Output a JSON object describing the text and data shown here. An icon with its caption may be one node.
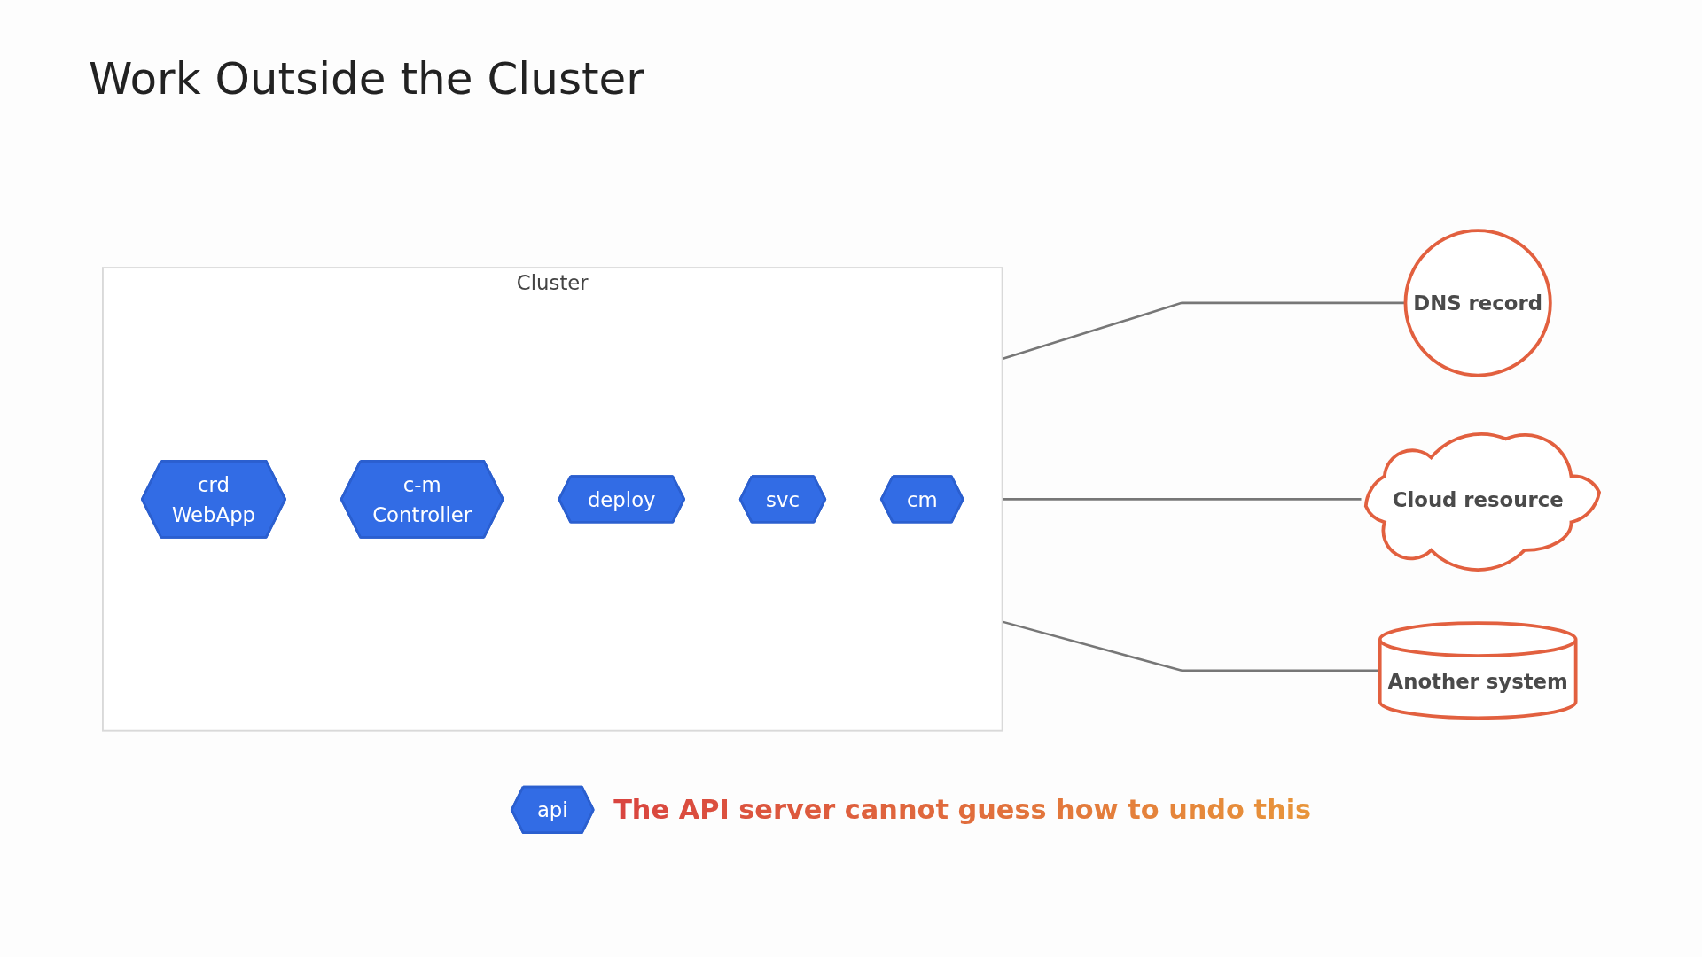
{
  "diagram": {
    "title": "Work Outside the Cluster",
    "nodes": [
      {
        "text": [
          "Cluster"
        ]
      },
      {
        "text": [
          "crd",
          "WebApp"
        ],
        "in": 0
      },
      {
        "text": [
          "c-m",
          "Controller"
        ],
        "in": 0
      },
      {
        "text": [
          "deploy"
        ],
        "in": 0
      },
      {
        "text": [
          "svc"
        ],
        "in": 0
      },
      {
        "text": [
          "cm"
        ],
        "in": 0
      },
      {
        "text": [
          "DNS record"
        ]
      },
      {
        "text": [
          "Cloud resource"
        ]
      },
      {
        "text": [
          "Another system"
        ]
      },
      {
        "text": [
          "api"
        ],
        "beside": [
          "The API server cannot guess how to undo this"
        ]
      }
    ],
    "edges": [
      {
        "from": 0,
        "to": 6,
        "arrow": "none"
      },
      {
        "from": 0,
        "to": 7,
        "arrow": "none"
      },
      {
        "from": 0,
        "to": 8,
        "arrow": "none"
      }
    ]
  }
}
